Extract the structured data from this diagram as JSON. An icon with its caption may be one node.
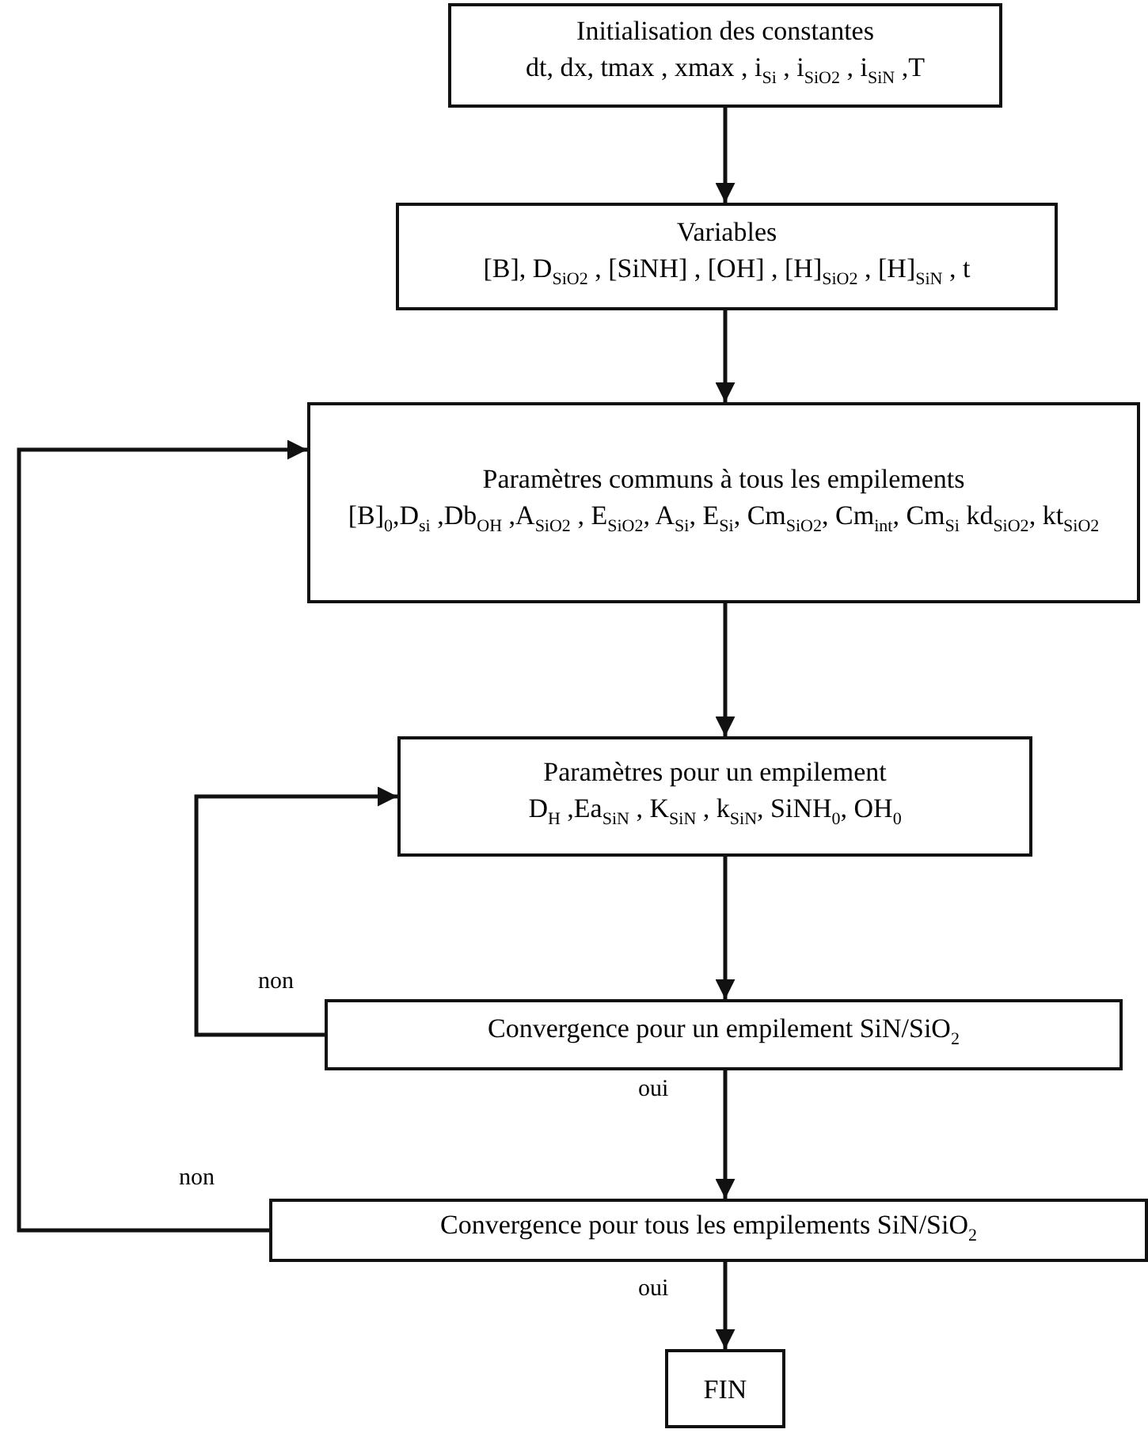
{
  "diagram": {
    "nodes": [
      {
        "text": [
          "Initialisation des constantes",
          "dt, dx, tmax , xmax , i$_{Si}$ , i$_{SiO2}$ , i$_{SiN}$ ,T"
        ]
      },
      {
        "text": [
          "Variables",
          "[B], D$_{SiO2}$ , [SiNH] , [OH] , [H]$_{SiO2}$ , [H]$_{SiN}$ , t"
        ]
      },
      {
        "text": [
          "Paramètres communs à tous les empilements",
          "[B]$_{0}$,D$_{si}$ ,Db$_{OH}$ ,A$_{SiO2}$ , E$_{SiO2}$, A$_{Si}$, E$_{Si}$, Cm$_{SiO2}$, Cm$_{int}$, Cm$_{Si}$ kd$_{SiO2}$, kt$_{SiO2}$"
        ]
      },
      {
        "text": [
          "Paramètres pour un empilement",
          "D$_{H}$ ,Ea$_{SiN}$ , K$_{SiN}$ , k$_{SiN}$, SiNH$_{0}$, OH$_{0}$"
        ]
      },
      {
        "text": [
          "Convergence pour un empilement SiN/SiO$_{2}$"
        ]
      },
      {
        "text": [
          "Convergence pour tous les empilements SiN/SiO$_{2}$"
        ]
      },
      {
        "text": [
          "FIN"
        ]
      }
    ],
    "edges": [
      {
        "from": 0,
        "to": 1,
        "arrow": "to"
      },
      {
        "from": 1,
        "to": 2,
        "arrow": "to"
      },
      {
        "from": 2,
        "to": 3,
        "arrow": "to"
      },
      {
        "from": 3,
        "to": 4,
        "arrow": "to"
      },
      {
        "from": 4,
        "to": 3,
        "arrow": "to",
        "label": "non"
      },
      {
        "from": 4,
        "to": 5,
        "arrow": "to",
        "label": "oui"
      },
      {
        "from": 5,
        "to": 2,
        "arrow": "to",
        "label": "non"
      },
      {
        "from": 5,
        "to": 6,
        "arrow": "to",
        "label": "oui"
      }
    ]
  }
}
